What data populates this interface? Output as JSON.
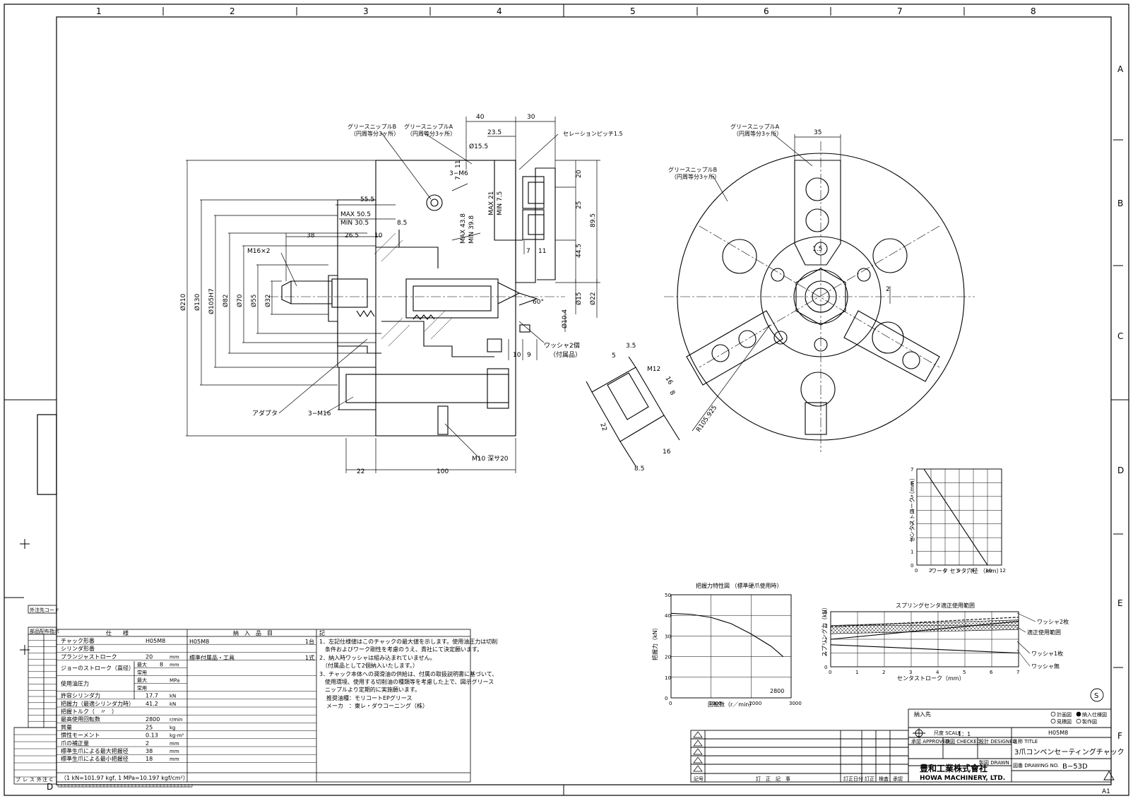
{
  "border": {
    "columns": [
      "1",
      "2",
      "3",
      "4",
      "5",
      "6",
      "7",
      "8"
    ],
    "rows": [
      "A",
      "B",
      "C",
      "D",
      "E",
      "F"
    ]
  },
  "dims_side": {
    "d40": "40",
    "d30": "30",
    "d23_5": "23.5",
    "dphi15_5": "Ø15.5",
    "d55_5": "55.5",
    "dmax50_5": "MAX 50.5",
    "dmin30_5": "MIN 30.5",
    "d8_5": "8.5",
    "d38": "38",
    "d26_5": "26.5",
    "d10": "10",
    "dmax43_8": "MAX 43.8",
    "dmin39_8": "MIN 39.8",
    "dmax21": "MAX 21",
    "dmin7_5": "MIN 7.5",
    "d7": "7",
    "d11": "11",
    "d3m6": "3−M6",
    "d20": "20",
    "d25": "25",
    "d44_5": "44.5",
    "d89_5": "89.5",
    "d7b": "7",
    "d11b": "11",
    "m16x2": "M16×2",
    "phi210": "Ø210",
    "phi130": "Ø130",
    "phi105": "Ø105H7",
    "phi82": "Ø82",
    "phi70": "Ø70",
    "phi55": "Ø55",
    "phi32": "Ø32",
    "phi15": "Ø15",
    "phi22": "Ø22",
    "phi10_4": "Ø10.4",
    "d60": "60°",
    "d10b": "10",
    "d9": "9",
    "d22": "22",
    "d100": "100",
    "m10": "M10 深サ20",
    "m16b": "3−M16",
    "adapter": "アダプタ",
    "washer": "ワッシャ2個",
    "washer_sub": "（付属品）",
    "grease_b": "グリースニップルB",
    "grease_b_sub": "（円周等分3ヶ所）",
    "grease_a": "グリースニップルA",
    "grease_a_sub": "（円周等分3ヶ所）",
    "serration": "セレーションピッチ1.5"
  },
  "dims_front": {
    "grease_a": "グリースニップルA",
    "grease_a_sub": "（円周等分3ヶ所）",
    "grease_b": "グリースニップルB",
    "grease_b_sub": "（円周等分3ヶ所）",
    "d35": "35",
    "d1_5": "1.5",
    "d2": "2",
    "r105": "R105.925"
  },
  "dims_jaw": {
    "d5": "5",
    "d3_5": "3.5",
    "m12": "M12",
    "d16": "16",
    "d8": "8",
    "d22": "22",
    "d8_5": "8.5",
    "d16b": "16"
  },
  "charts": {
    "center_stroke": {
      "ylabel": "センタストローク（mm）",
      "xlabel": "ワーク センタ穴径 （mm）",
      "yticks": [
        "0",
        "1",
        "2",
        "3",
        "4",
        "5",
        "6",
        "7"
      ],
      "xticks": [
        "0",
        "2",
        "4",
        "6",
        "8",
        "10",
        "12"
      ]
    },
    "grip_force": {
      "title": "把握力特性図 （標準硬爪使用時）",
      "ylabel": "把握力（kN）",
      "xlabel": "回転数（r／min）",
      "yticks": [
        "0",
        "10",
        "20",
        "30",
        "40",
        "50"
      ],
      "xticks": [
        "0",
        "1000",
        "2000",
        "3000"
      ],
      "end_label": "2800"
    },
    "spring": {
      "title": "スプリングセンタ適正使用範囲",
      "ylabel": "スプリング力（kN）",
      "xlabel": "センタストローク（mm）",
      "yticks": [
        "0",
        "1",
        "2",
        "3",
        "4"
      ],
      "xticks": [
        "0",
        "1",
        "2",
        "3",
        "4",
        "5",
        "6",
        "7"
      ],
      "legend_2": "ワッシャ2枚",
      "legend_range": "適正使用範囲",
      "legend_1": "ワッシャ1枚",
      "legend_0": "ワッシャ無"
    }
  },
  "chart_data": [
    {
      "type": "line",
      "title": "",
      "xlabel": "ワーク センタ穴径 （mm）",
      "ylabel": "センタストローク（mm）",
      "xlim": [
        0,
        12
      ],
      "ylim": [
        0,
        7
      ],
      "series": [
        {
          "x": [
            1,
            10
          ],
          "y": [
            7,
            0
          ]
        }
      ]
    },
    {
      "type": "line",
      "title": "把握力特性図 （標準硬爪使用時）",
      "xlabel": "回転数（r／min）",
      "ylabel": "把握力（kN）",
      "xlim": [
        0,
        3000
      ],
      "ylim": [
        0,
        50
      ],
      "series": [
        {
          "x": [
            0,
            500,
            1000,
            1500,
            2000,
            2500,
            2800
          ],
          "y": [
            41,
            40.5,
            39,
            36,
            31,
            25,
            20
          ]
        }
      ]
    },
    {
      "type": "line",
      "title": "スプリングセンタ適正使用範囲",
      "xlabel": "センタストローク（mm）",
      "ylabel": "スプリング力（kN）",
      "xlim": [
        0,
        7
      ],
      "ylim": [
        0,
        4
      ],
      "series": [
        {
          "name": "ワッシャ2枚",
          "x": [
            0,
            7
          ],
          "y": [
            2.9,
            3.6
          ]
        },
        {
          "name": "ワッシャ1枚",
          "x": [
            0,
            7
          ],
          "y": [
            2.0,
            3.3
          ]
        },
        {
          "name": "ワッシャ無",
          "x": [
            0,
            7
          ],
          "y": [
            1.6,
            1.0
          ]
        }
      ]
    }
  ],
  "spec_table": {
    "header_item": "仕　　様",
    "header_delivery": "納　入　品　目",
    "header_note": "記",
    "rows": [
      {
        "label": "チャック形番",
        "value": "H05M8"
      },
      {
        "label": "シリンダ形番",
        "value": ""
      },
      {
        "label": "プランジャストローク",
        "value": "20",
        "unit": "mm"
      },
      {
        "label": "ジョーのストローク（直径）",
        "sub1": "最大",
        "sub2": "常用",
        "value": "8",
        "unit": "mm"
      },
      {
        "label": "使用油圧力",
        "sub1": "最大",
        "sub2": "常用",
        "value": "",
        "unit": "MPa"
      },
      {
        "label": "許容シリンダ力",
        "value": "17.7",
        "unit": "kN"
      },
      {
        "label": "把握力（最適シリンダ力時）",
        "value": "41.2",
        "unit": "kN"
      },
      {
        "label": "把握トルク（　〃　）",
        "value": "",
        "unit": ""
      },
      {
        "label": "最高使用回転数",
        "value": "2800",
        "unit": "r/min"
      },
      {
        "label": "質量",
        "value": "25",
        "unit": "kg"
      },
      {
        "label": "慣性モーメント",
        "value": "0.13",
        "unit": "kg·m²"
      },
      {
        "label": "爪の補正量",
        "value": "2",
        "unit": "mm"
      },
      {
        "label": "標準生爪による最大把握径",
        "value": "38",
        "unit": "mm"
      },
      {
        "label": "標準生爪による最小把握径",
        "value": "18",
        "unit": "mm"
      }
    ],
    "delivery": [
      {
        "item": "H05M8",
        "qty": "1台"
      },
      {
        "item": "標準付属品・工具",
        "qty": "1式"
      }
    ],
    "notes": [
      "1．左記仕様値はこのチャックの最大値を示します。使用油圧力は切削",
      "　条件およびワーク剛性を考慮のうえ、貴社にて決定願います。",
      "2．納入時ワッシャは組み込まれていません。",
      "　（付属品として2個納入いたします。）",
      "3．チャック本体への潤滑油の供給は、付属の取扱説明書に基づいて、",
      "　使用環境、使用する切削油の種類等を考慮した上で、図示グリース",
      "　ニップルより定期的に実施願います。",
      "推奨油種：モリコートEPグリース",
      "メーカ　：東レ・ダウコーニング（株）"
    ],
    "footer": "（1 kN=101.97 kgf, 1 MPa=10.197 kgf/cm²）"
  },
  "left_panel": {
    "title": "外注先コード",
    "title2": "部品配布指示",
    "bottom": [
      "ブ",
      "レ",
      "ス",
      "外",
      "注",
      "C"
    ]
  },
  "title_block": {
    "delivery_to": "納入先",
    "options": [
      "計画図",
      "納入仕様図",
      "見積図",
      "製作図"
    ],
    "scale_label": "尺度 SCALE",
    "scale": "1：1",
    "approved": "承認 APPROVED",
    "checked": "検図 CHECKED",
    "designed": "設計 DESIGNED",
    "drawn": "製図 DRAWN",
    "title_label": "名称 TITLE",
    "model": "H05M8",
    "title": "3爪コンペンセーティングチャック",
    "drawing_label": "図番 DRAWING NO.",
    "drawing_no": "B−53D",
    "company_jp": "豊和工業株式會社",
    "company_en": "HOWA MACHINERY, LTD.",
    "sheet_size": "A1",
    "rev_headers": [
      "記号",
      "訂　正　記　事",
      "訂正日付",
      "訂正",
      "検査",
      "承認"
    ],
    "revision_mark": "S"
  }
}
